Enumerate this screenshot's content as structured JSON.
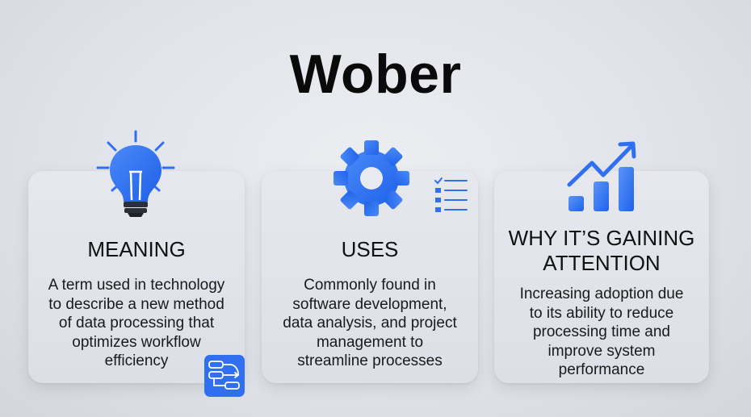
{
  "title": "Wober",
  "colors": {
    "accent": "#2f6ff0",
    "background": "#dfe2e8",
    "card": "#e3e5eb",
    "text": "#111111"
  },
  "cards": [
    {
      "icon": "lightbulb-icon",
      "heading": "MEANING",
      "body_lines": [
        "A term used in technology",
        "to describe a new method",
        "of data processing that",
        "optimizes workflow",
        "efficiency"
      ],
      "badge_icon": "workflow-diagram-icon"
    },
    {
      "icon": "gear-icon",
      "secondary_icon": "checklist-icon",
      "heading": "USES",
      "body_lines": [
        "Commonly found in",
        "software development,",
        "data analysis, and project",
        "management to",
        "streamline processes"
      ]
    },
    {
      "icon": "growth-chart-icon",
      "heading_lines": [
        "WHY IT’S GAINING",
        "ATTENTION"
      ],
      "body_lines": [
        "Increasing adoption due",
        "to its ability to reduce",
        "processing time and",
        "improve system",
        "performance"
      ]
    }
  ]
}
